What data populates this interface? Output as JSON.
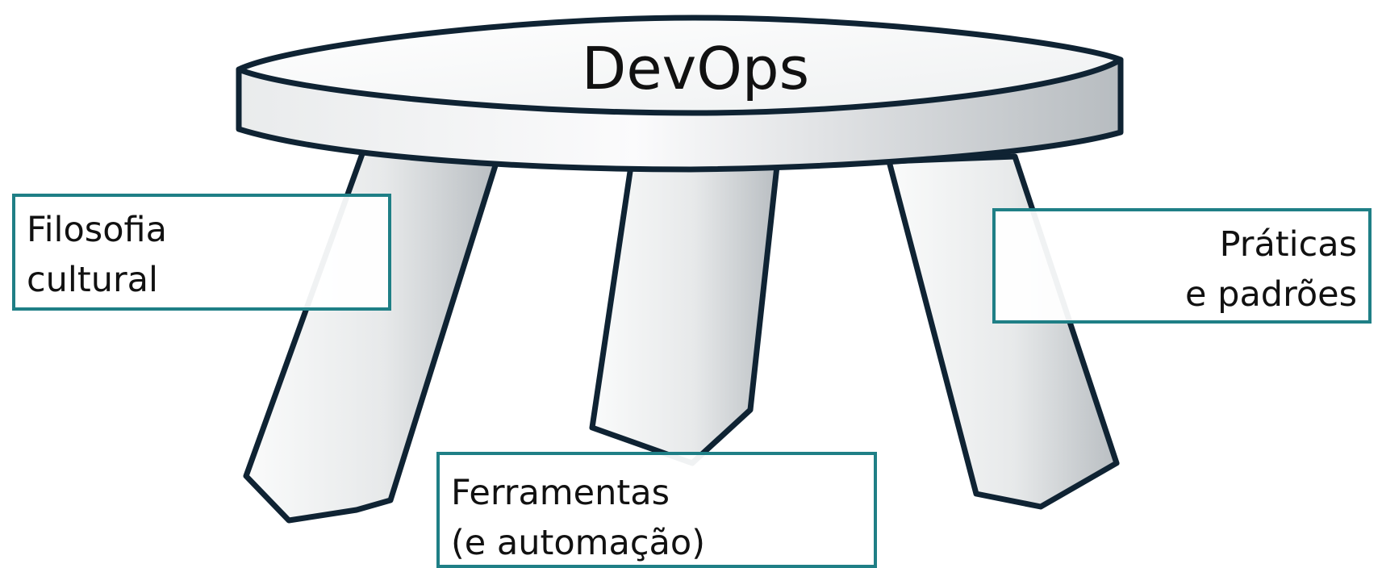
{
  "diagram": {
    "title": "DevOps",
    "colors": {
      "outline": "#0f2333",
      "fill_light": "#f8f9fa",
      "fill_shade": "#c6cacd",
      "box_border": "#1f7f86",
      "text": "#111111"
    },
    "legs": [
      {
        "name": "left-leg",
        "label_lines": [
          "Filosofia",
          "cultural"
        ]
      },
      {
        "name": "center-leg",
        "label_lines": [
          "Ferramentas",
          "(e automação)"
        ]
      },
      {
        "name": "right-leg",
        "label_lines": [
          "Práticas",
          "e padrões"
        ]
      }
    ]
  }
}
